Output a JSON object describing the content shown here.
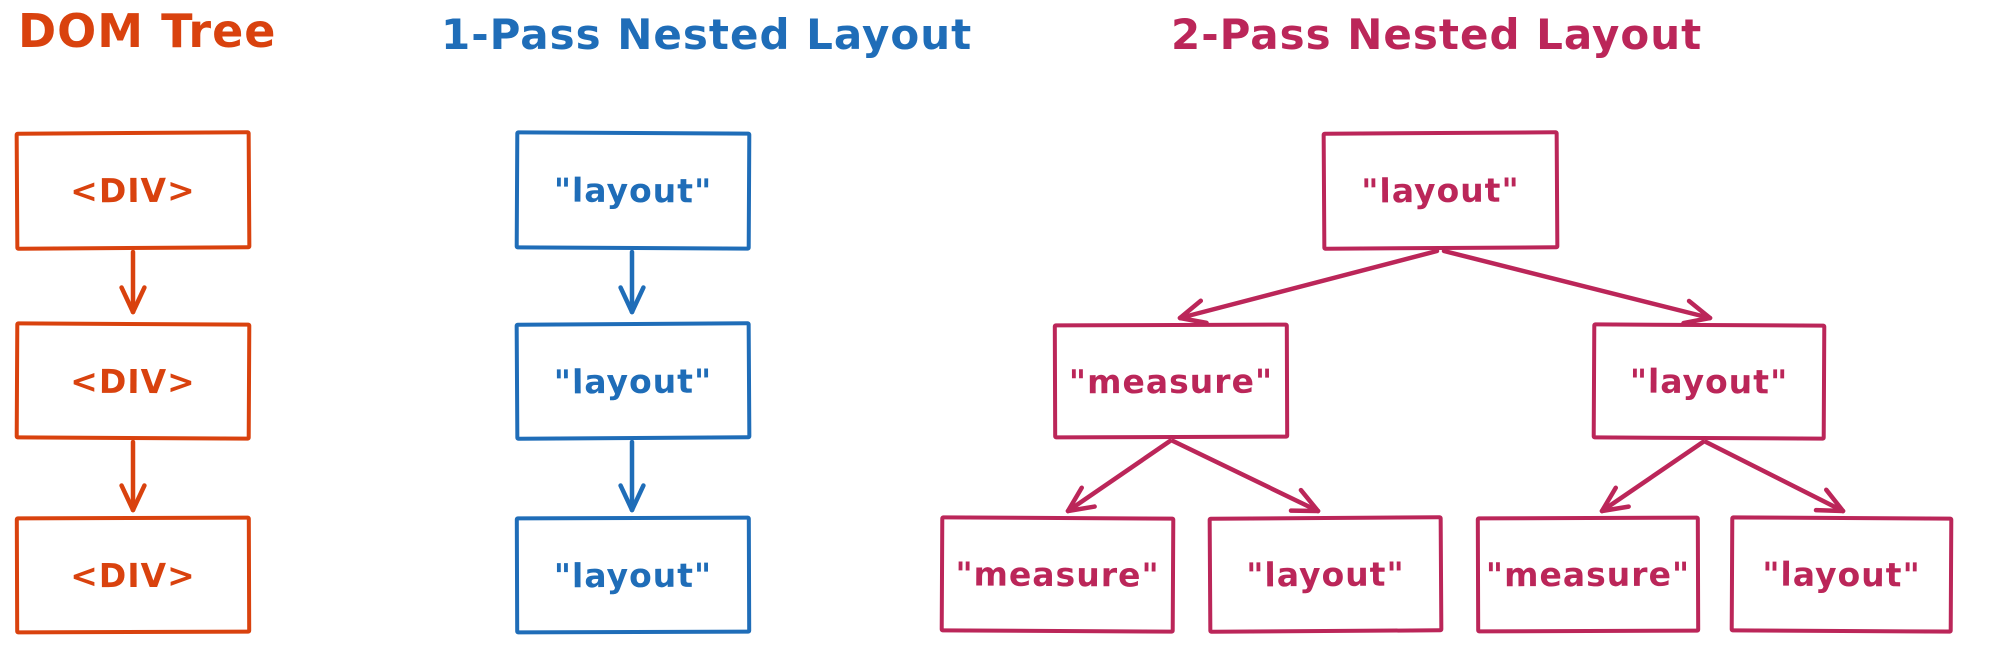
{
  "titles": {
    "dom": "DOM Tree",
    "onepass": "1-Pass Nested Layout",
    "twopass": "2-Pass Nested Layout"
  },
  "colors": {
    "dom": "#d9420e",
    "onepass": "#1f6db8",
    "twopass": "#bb2659",
    "background": "#ffffff"
  },
  "dom_tree": {
    "nodes": [
      "<DIV>",
      "<DIV>",
      "<DIV>"
    ]
  },
  "one_pass": {
    "nodes": [
      "\"layout\"",
      "\"layout\"",
      "\"layout\""
    ]
  },
  "two_pass": {
    "root": "\"layout\"",
    "level2": [
      "\"measure\"",
      "\"layout\""
    ],
    "level3": [
      "\"measure\"",
      "\"layout\"",
      "\"measure\"",
      "\"layout\""
    ]
  }
}
